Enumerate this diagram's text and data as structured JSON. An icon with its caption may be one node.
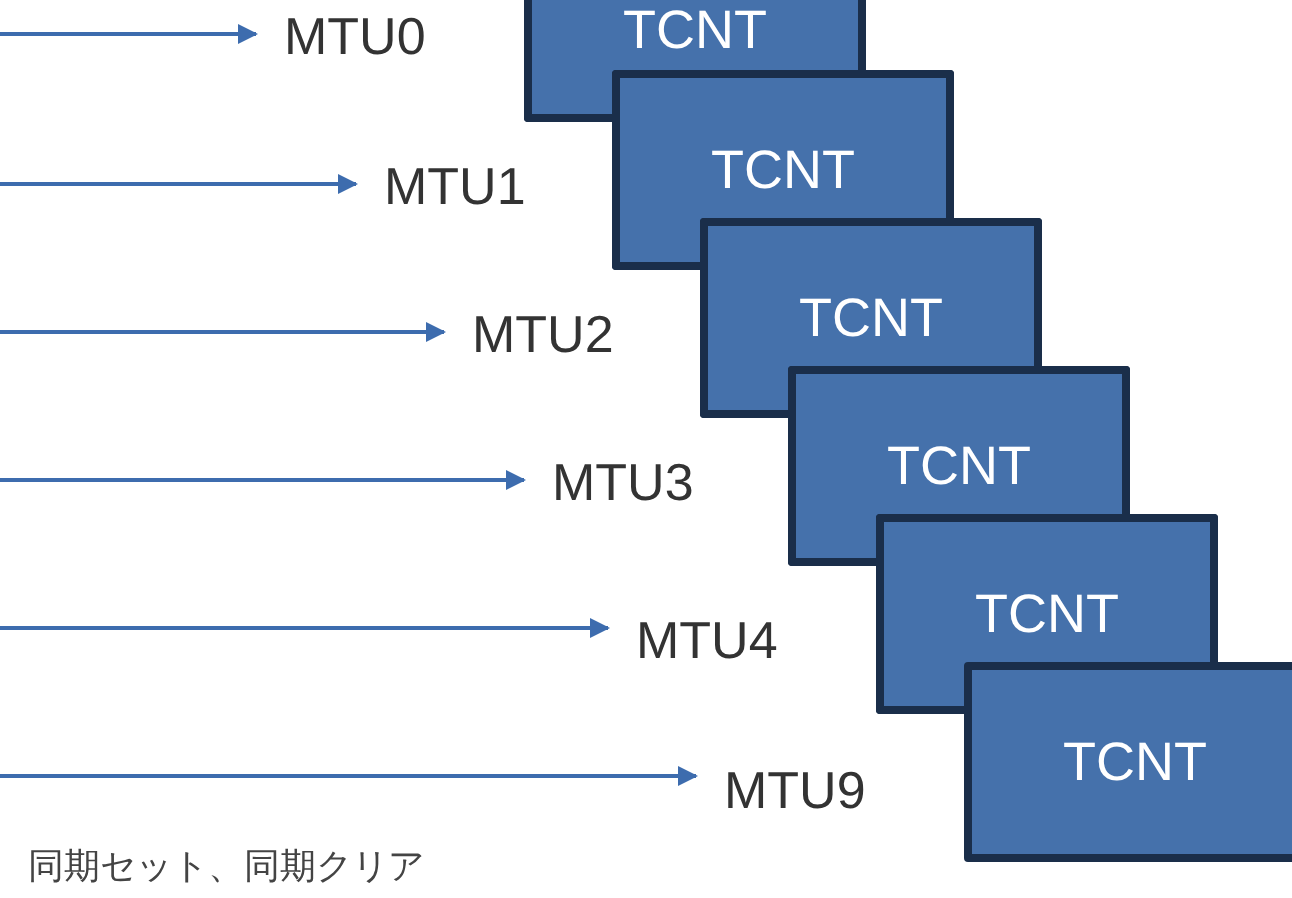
{
  "diagram": {
    "nodes": [
      {
        "text": [
          "MTU0"
        ]
      },
      {
        "text": [
          "MTU1"
        ]
      },
      {
        "text": [
          "MTU2"
        ]
      },
      {
        "text": [
          "MTU3"
        ]
      },
      {
        "text": [
          "MTU4"
        ]
      },
      {
        "text": [
          "MTU9"
        ]
      },
      {
        "text": [
          "TCNT"
        ]
      },
      {
        "text": [
          "TCNT"
        ]
      },
      {
        "text": [
          "TCNT"
        ]
      },
      {
        "text": [
          "TCNT"
        ]
      },
      {
        "text": [
          "TCNT"
        ]
      },
      {
        "text": [
          "TCNT"
        ]
      }
    ],
    "edges": [
      {
        "from": null,
        "to": 0,
        "arrow": "to"
      },
      {
        "from": null,
        "to": 1,
        "arrow": "to"
      },
      {
        "from": null,
        "to": 2,
        "arrow": "to"
      },
      {
        "from": null,
        "to": 3,
        "arrow": "to"
      },
      {
        "from": null,
        "to": 4,
        "arrow": "to"
      },
      {
        "from": null,
        "to": 5,
        "arrow": "to"
      }
    ],
    "labels": [
      "同期セット、同期クリア"
    ]
  }
}
